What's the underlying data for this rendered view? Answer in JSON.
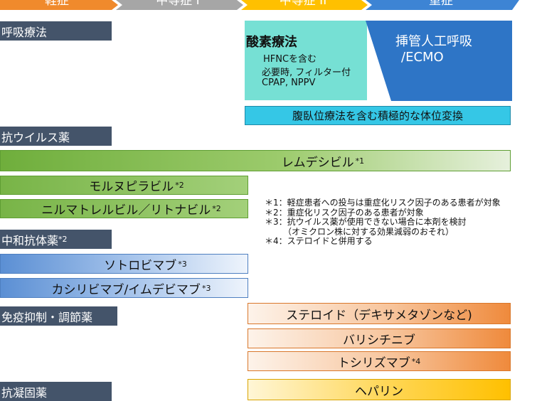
{
  "header": {
    "stages": [
      "軽症",
      "中等症 I",
      "中等症 II",
      "重症"
    ],
    "colors": [
      "#f08a2c",
      "#a6a6a6",
      "#ffc000",
      "#3d84d4"
    ]
  },
  "respiratory": {
    "category": "呼吸療法",
    "oxygen_title": "酸素療法",
    "oxygen_lines": [
      "HFNCを含む",
      "必要時, フィルター付",
      "CPAP, NPPV"
    ],
    "intubation_line1": "挿管人工呼吸",
    "intubation_line2": "/ECMO",
    "prone": "腹臥位療法を含む積極的な体位変換"
  },
  "antiviral": {
    "category": "抗ウイルス薬",
    "drugs": [
      {
        "name": "レムデシビル",
        "mark": "*1"
      },
      {
        "name": "モルヌピラビル",
        "mark": "*2"
      },
      {
        "name": "ニルマトレルビル／リトナビル",
        "mark": "*2"
      }
    ]
  },
  "antibody": {
    "category": "中和抗体薬",
    "category_mark": "*2",
    "drugs": [
      {
        "name": "ソトロビマブ",
        "mark": "*3"
      },
      {
        "name": "カシリビマブ/イムデビマブ",
        "mark": "*3"
      }
    ]
  },
  "immuno": {
    "category": "免疫抑制・調節薬",
    "drugs": [
      {
        "name": "ステロイド（デキサメタゾンなど)",
        "mark": ""
      },
      {
        "name": "バリシチニブ",
        "mark": ""
      },
      {
        "name": "トシリズマブ",
        "mark": "*4"
      }
    ]
  },
  "anticoag": {
    "category": "抗凝固薬",
    "drug": "ヘパリン"
  },
  "notes": [
    "＊1：軽症患者への投与は重症化リスク因子のある患者が対象",
    "＊2：重症化リスク因子のある患者が対象",
    "＊3：抗ウイルス薬が使用できない場合に本剤を検討",
    "（オミクロン株に対する効果減弱のおそれ）",
    "＊4：ステロイドと併用する"
  ]
}
